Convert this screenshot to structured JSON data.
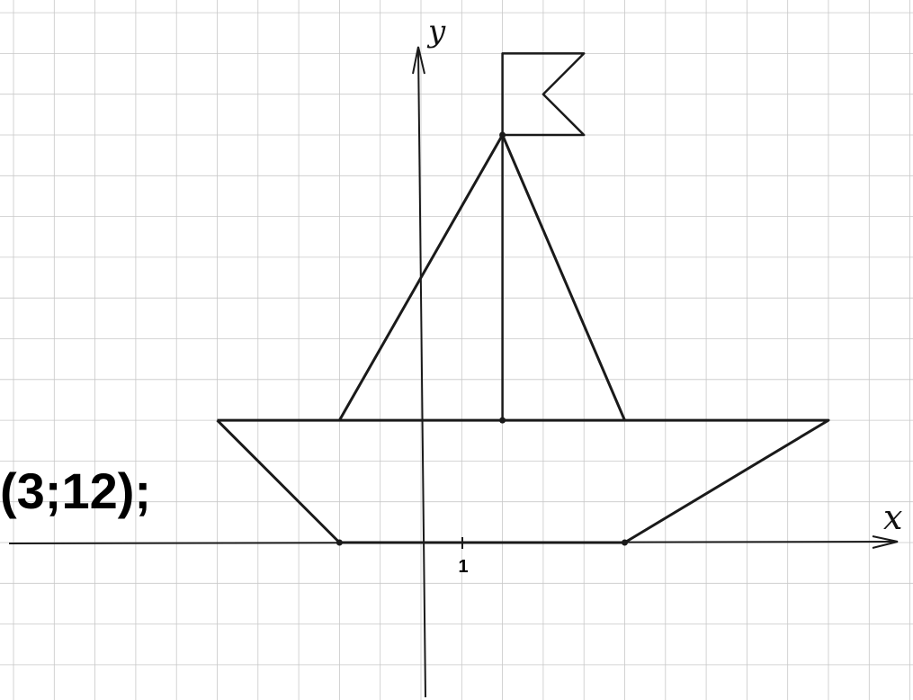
{
  "figure": {
    "coordinate_text": "(3;12);",
    "axis_labels": {
      "x": "x",
      "y": "y"
    },
    "tick_labels": [
      {
        "value": 1,
        "text": "1"
      }
    ],
    "colors": {
      "ink": "#1a1a1a",
      "grid": "#c8c8c8",
      "background": "#ffffff"
    },
    "shapes": {
      "hull": [
        [
          -5,
          3
        ],
        [
          10,
          3
        ],
        [
          5,
          0
        ],
        [
          -2,
          0
        ]
      ],
      "sail": [
        [
          -2,
          3
        ],
        [
          2,
          10
        ],
        [
          5,
          3
        ]
      ],
      "mast": [
        [
          2,
          3
        ],
        [
          2,
          10
        ]
      ],
      "flag": [
        [
          2,
          10
        ],
        [
          2,
          12
        ],
        [
          4,
          12
        ],
        [
          3,
          11
        ],
        [
          4,
          10
        ],
        [
          2,
          10
        ]
      ],
      "points": [
        [
          -2,
          0
        ],
        [
          5,
          0
        ],
        [
          2,
          3
        ],
        [
          2,
          10
        ]
      ]
    }
  }
}
